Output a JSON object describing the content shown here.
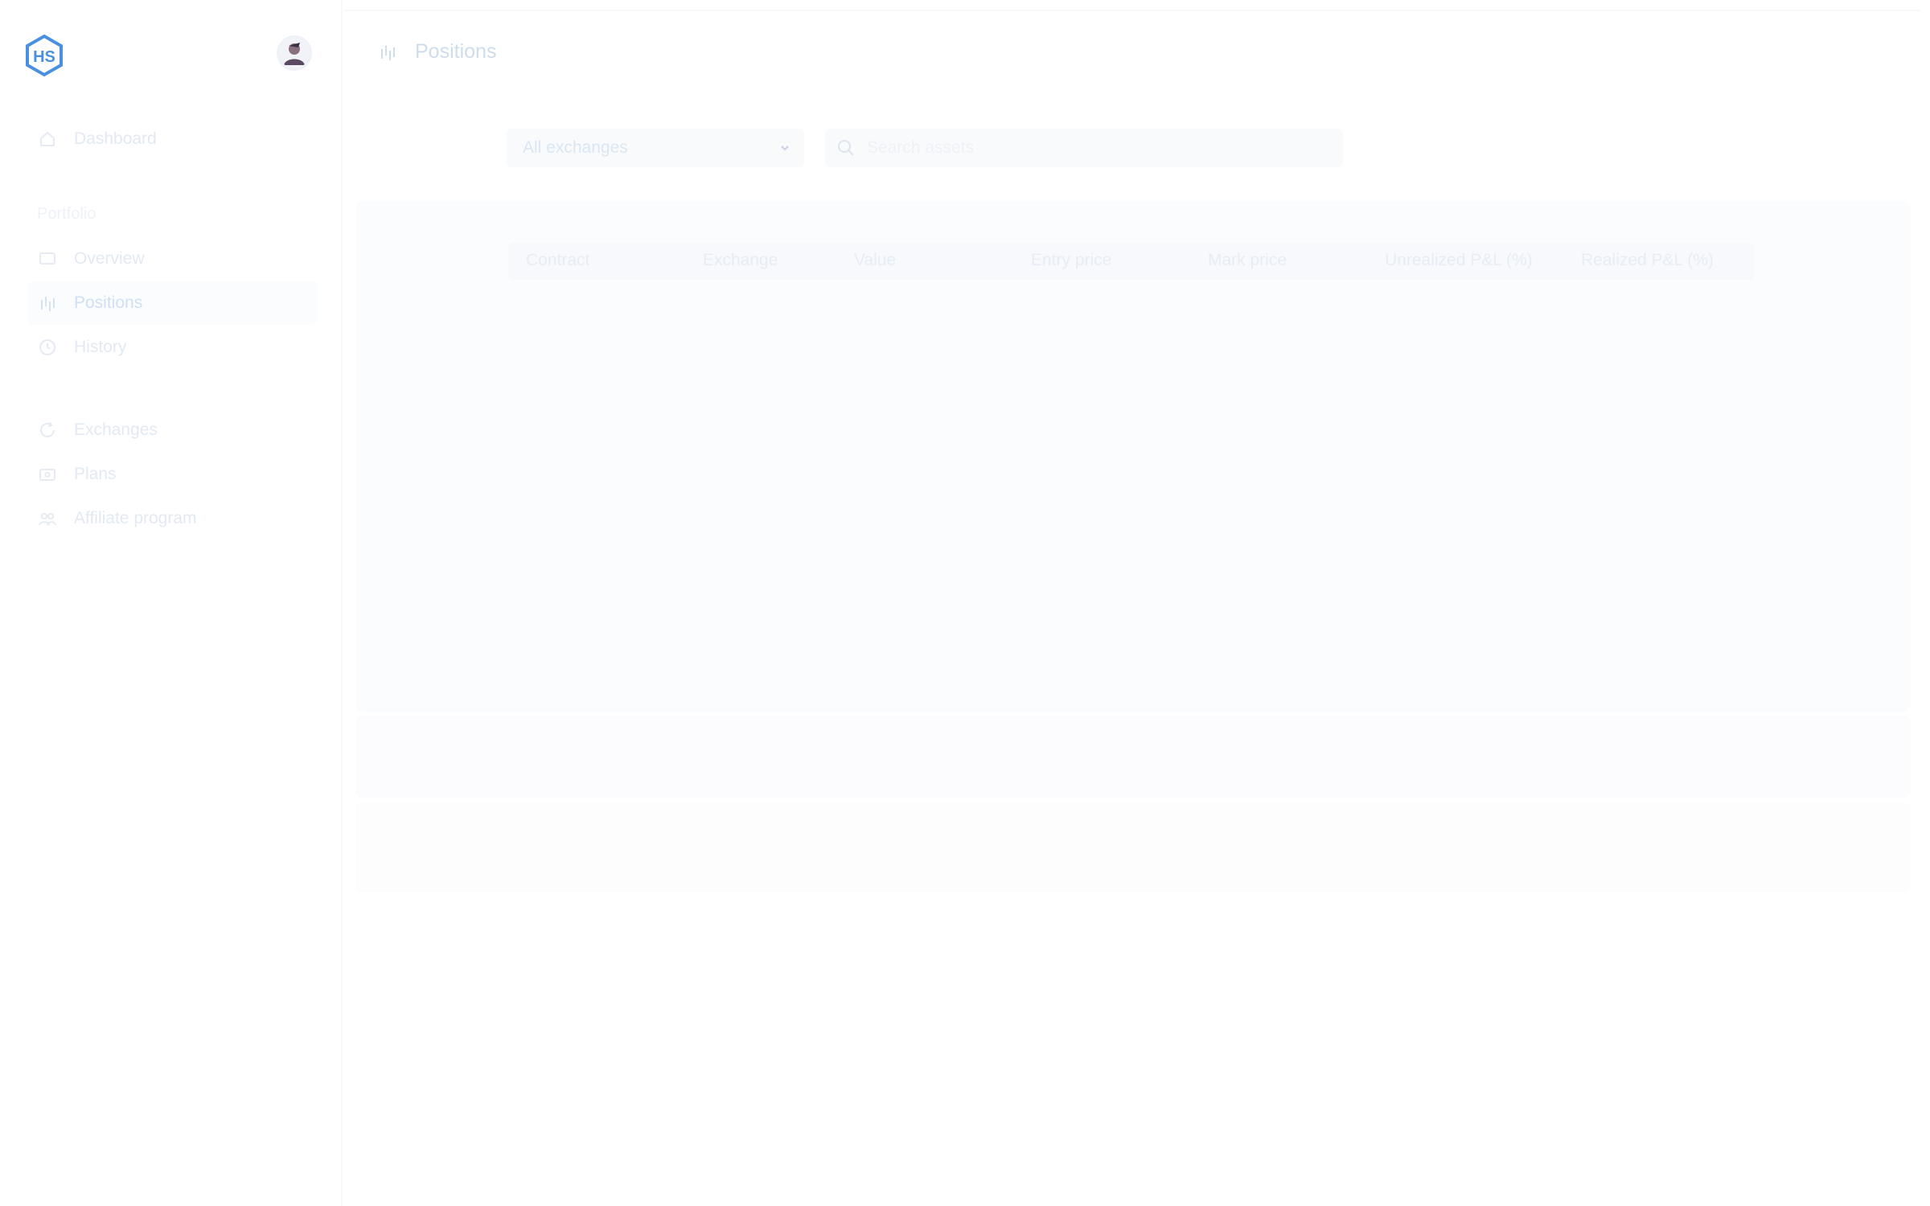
{
  "app": {
    "logo_text": "HS"
  },
  "sidebar": {
    "items": [
      {
        "label": "Dashboard",
        "icon": "home-icon",
        "active": false
      },
      {
        "label": "Overview",
        "icon": "monitor-icon",
        "active": false
      },
      {
        "label": "Positions",
        "icon": "bars-icon",
        "active": true
      },
      {
        "label": "History",
        "icon": "clock-icon",
        "active": false
      },
      {
        "label": "Exchanges",
        "icon": "refresh-icon",
        "active": false
      },
      {
        "label": "Plans",
        "icon": "card-icon",
        "active": false
      },
      {
        "label": "Affiliate program",
        "icon": "users-icon",
        "active": false
      }
    ],
    "section_label": "Portfolio"
  },
  "header": {
    "title": "Positions",
    "icon": "bars-icon"
  },
  "filters": {
    "exchange_selected": "All exchanges",
    "search_placeholder": "Search assets",
    "search_value": ""
  },
  "table": {
    "columns": [
      "Contract",
      "Exchange",
      "Value",
      "Entry price",
      "Mark price",
      "Unrealized P&L (%)",
      "Realized P&L (%)"
    ]
  },
  "colors": {
    "accent": "#4a90e2",
    "muted_text": "#e3e9f2",
    "panel_bg": "#fbfcfe"
  }
}
